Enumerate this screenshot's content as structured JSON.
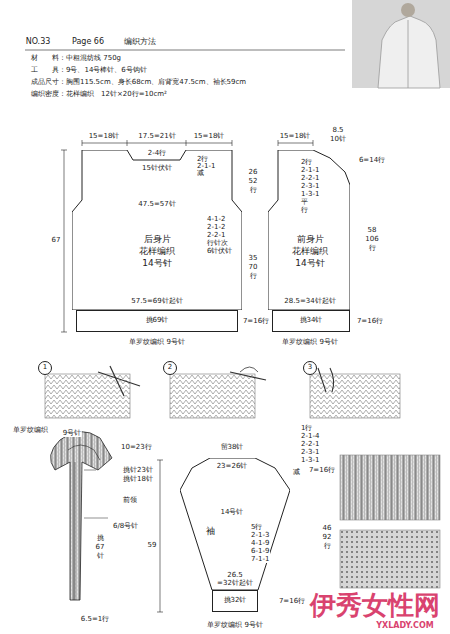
{
  "diagram": {
    "nodes": [
      {
        "text": [
          "后身片",
          "花样编织",
          "14号针"
        ]
      },
      {
        "text": [
          "前身片",
          "花样编织",
          "14号针"
        ]
      },
      {
        "text": [
          "挑69针"
        ]
      },
      {
        "text": [
          "挑34针"
        ]
      },
      {
        "text": [
          "1"
        ]
      },
      {
        "text": [
          "2"
        ]
      },
      {
        "text": [
          "3"
        ]
      },
      {
        "text": [
          "袖"
        ]
      },
      {
        "text": [
          "挑32针"
        ]
      }
    ],
    "labels": [
      "NO.33",
      "Page 66",
      "编织方法",
      "材　　料：中粗混纺线 750g",
      "工　　具：9号、14号棒针、6号钩针",
      "成品尺寸：胸围115.5cm、身长68cm、肩背宽47.5cm、袖长59cm",
      "编织密度：花样编织　12针×20行=10cm²",
      "15=18针",
      "17.5=21针",
      "15=18针",
      "2-4行",
      "15针伏针",
      "2行",
      "2-1-1",
      "减",
      "26",
      "52",
      "行",
      "47.5=57针",
      "67",
      "4-1-2",
      "2-1-2",
      "2-2-1",
      "行针次",
      "6针伏针",
      "35",
      "70",
      "行",
      "57.5=69针起针",
      "7=16行",
      "单罗纹编织 9号针",
      "15=18针",
      "8.5",
      "10针",
      "6=14行",
      "2行",
      "2-1-1",
      "2-2-1",
      "2-3-1",
      "1-3-1",
      "平",
      "行",
      "58",
      "106",
      "行",
      "28.5=34针起针",
      "7=16行",
      "单罗纹编织 9号针",
      "单罗纹编织",
      "9号针",
      "10=23行",
      "挑针23针",
      "挑针18针",
      "前领",
      "6/8号针",
      "挑",
      "67",
      "针",
      "6.5=1行",
      "留38针",
      "23=26针",
      "减",
      "14号针",
      "5行",
      "2-1-3",
      "4-1-9",
      "6-1-9",
      "7-1-1",
      "59",
      "26.5",
      "=32针起针",
      "7=16行",
      "单罗纹编织 9号针",
      "1行",
      "2-1-4",
      "2-2-1",
      "2-3-1",
      "1-3-1",
      "7=16行",
      "46",
      "92",
      "行",
      "伊秀女性网",
      "YXLADY.COM"
    ]
  }
}
